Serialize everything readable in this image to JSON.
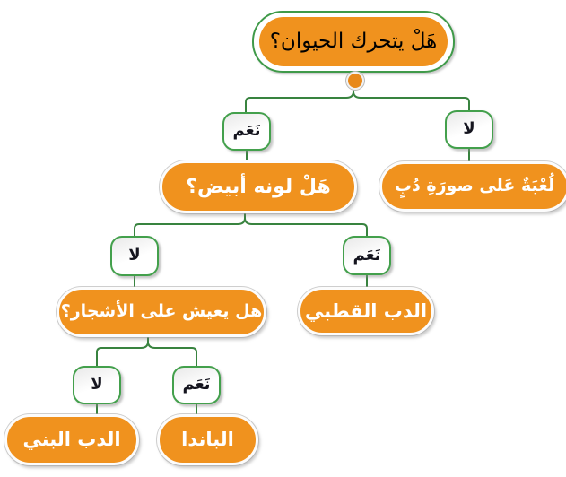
{
  "diagram_title": "bear-classification-decision-tree",
  "colors": {
    "node_orange": "#F0921E",
    "line_green": "#38833F",
    "box_border_green": "#43A04C",
    "pill_text": "#FFFFFF",
    "box_text": "#15151F",
    "background": "#FFFFFF"
  },
  "tree": {
    "root": {
      "question": "هَلْ يتحرك الحيوان؟"
    },
    "level1": {
      "yes": {
        "branch": "نَعَم",
        "question": "هَلْ لونه أبيض؟"
      },
      "no": {
        "branch": "لا",
        "answer": "لُعْبَةٌ عَلى صورَةِ دُبٍ"
      }
    },
    "level2": {
      "no": {
        "branch": "لا",
        "question": "هل يعيش على الأشجار؟"
      },
      "yes": {
        "branch": "نَعَم",
        "answer": "الدب القطبي"
      }
    },
    "level3": {
      "no": {
        "branch": "لا",
        "answer": "الدب البني"
      },
      "yes": {
        "branch": "نَعَم",
        "answer": "الباندا"
      }
    }
  }
}
